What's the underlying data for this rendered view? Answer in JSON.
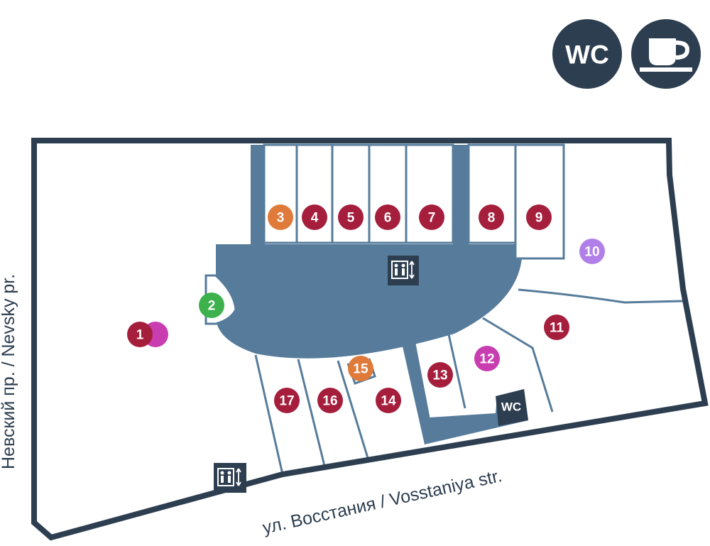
{
  "legend": {
    "wc_label": "WC",
    "items": [
      {
        "name": "wc",
        "icon": "wc-icon"
      },
      {
        "name": "cafe",
        "icon": "coffee-cup-icon"
      }
    ]
  },
  "streets": {
    "left": "Невский пр. / Nevsky pr.",
    "bottom": "ул. Восстания / Vosstaniya str."
  },
  "map_wc_label": "WC",
  "colors": {
    "wall": "#2d3e50",
    "hall": "#577c9b",
    "crimson": "#a51e3c",
    "orange": "#e07a3a",
    "green": "#3db14b",
    "lavender": "#b07fe8",
    "magenta": "#c83db0"
  },
  "units": [
    {
      "id": "1",
      "label": "1",
      "color": "#a51e3c",
      "secondary_color": "#c83db0"
    },
    {
      "id": "2",
      "label": "2",
      "color": "#3db14b"
    },
    {
      "id": "3",
      "label": "3",
      "color": "#e07a3a"
    },
    {
      "id": "4",
      "label": "4",
      "color": "#a51e3c"
    },
    {
      "id": "5",
      "label": "5",
      "color": "#a51e3c"
    },
    {
      "id": "6",
      "label": "6",
      "color": "#a51e3c"
    },
    {
      "id": "7",
      "label": "7",
      "color": "#a51e3c"
    },
    {
      "id": "8",
      "label": "8",
      "color": "#a51e3c"
    },
    {
      "id": "9",
      "label": "9",
      "color": "#a51e3c"
    },
    {
      "id": "10",
      "label": "10",
      "color": "#b07fe8"
    },
    {
      "id": "11",
      "label": "11",
      "color": "#a51e3c"
    },
    {
      "id": "12",
      "label": "12",
      "color": "#c83db0"
    },
    {
      "id": "13",
      "label": "13",
      "color": "#a51e3c"
    },
    {
      "id": "14",
      "label": "14",
      "color": "#a51e3c"
    },
    {
      "id": "15",
      "label": "15",
      "color": "#e07a3a"
    },
    {
      "id": "16",
      "label": "16",
      "color": "#a51e3c"
    },
    {
      "id": "17",
      "label": "17",
      "color": "#a51e3c"
    }
  ],
  "facilities": [
    {
      "name": "elevator-central",
      "icon": "elevator-icon"
    },
    {
      "name": "elevator-entrance",
      "icon": "elevator-icon"
    },
    {
      "name": "wc-room",
      "icon": "wc-icon"
    }
  ]
}
